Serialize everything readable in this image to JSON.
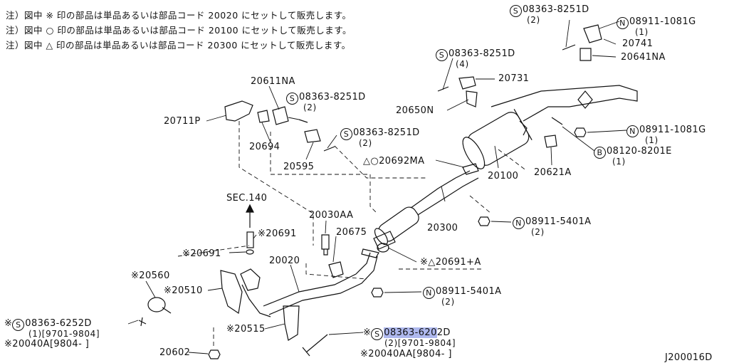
{
  "notes": [
    "注）図中 ※ 印の部品は単品あるいは部品コード 20020 にセットして販売します。",
    "注）図中 ○ 印の部品は単品あるいは部品コード 20100 にセットして販売します。",
    "注）図中 △ 印の部品は単品あるいは部品コード 20300 にセットして販売します。"
  ],
  "section_ref": "SEC.140",
  "diagram_id": "J200016D",
  "circle_S": "S",
  "circle_N": "N",
  "circle_B": "B",
  "parts": {
    "p08363_8251D_top": {
      "code": "08363-8251D",
      "qty": "(2)"
    },
    "p08911_1081G_top": {
      "code": "08911-1081G",
      "qty": "(1)"
    },
    "p20741": {
      "code": "20741"
    },
    "p08363_8251D_mid": {
      "code": "08363-8251D",
      "qty": "(4)"
    },
    "p20641NA": {
      "code": "20641NA"
    },
    "p20731": {
      "code": "20731"
    },
    "p20650N": {
      "code": "20650N"
    },
    "p20611NA": {
      "code": "20611NA"
    },
    "p08363_8251D_left": {
      "code": "08363-8251D",
      "qty": "(2)"
    },
    "p20711P": {
      "code": "20711P"
    },
    "p08363_8251D_low": {
      "code": "08363-8251D",
      "qty": "(2)"
    },
    "p20694": {
      "code": "20694"
    },
    "p20595": {
      "code": "20595"
    },
    "p08911_1081G_right": {
      "code": "08911-1081G",
      "qty": "(1)"
    },
    "p08120_8201E": {
      "code": "08120-8201E",
      "qty": "(1)"
    },
    "p20692MA": {
      "code": "△○20692MA"
    },
    "p20100": {
      "code": "20100"
    },
    "p20621A": {
      "code": "20621A"
    },
    "p20030AA": {
      "code": "20030AA"
    },
    "p20691_a": {
      "code": "※20691"
    },
    "p20691_b": {
      "code": "※20691"
    },
    "p20675": {
      "code": "20675"
    },
    "p20300": {
      "code": "20300"
    },
    "p08911_5401A_a": {
      "code": "08911-5401A",
      "qty": "(2)"
    },
    "p20020": {
      "code": "20020"
    },
    "p20691A": {
      "code": "※△20691+A"
    },
    "p20560": {
      "code": "※20560"
    },
    "p20510": {
      "code": "※20510"
    },
    "p08911_5401A_b": {
      "code": "08911-5401A",
      "qty": "(2)"
    },
    "p08363_6252D": {
      "prefix": "※",
      "code": "08363-6252D",
      "qty": "(1)[9701-9804]"
    },
    "p20515": {
      "code": "※20515"
    },
    "p20040A": {
      "code": "※20040A[9804-      ]"
    },
    "p20602": {
      "code": "20602"
    },
    "p08363_6202D": {
      "prefix": "※",
      "code_hl": "08363-620",
      "code_rest": "2D",
      "qty": "(2)[9701-9804]"
    },
    "p20040AA": {
      "code": "※20040AA[9804-      ]"
    }
  }
}
